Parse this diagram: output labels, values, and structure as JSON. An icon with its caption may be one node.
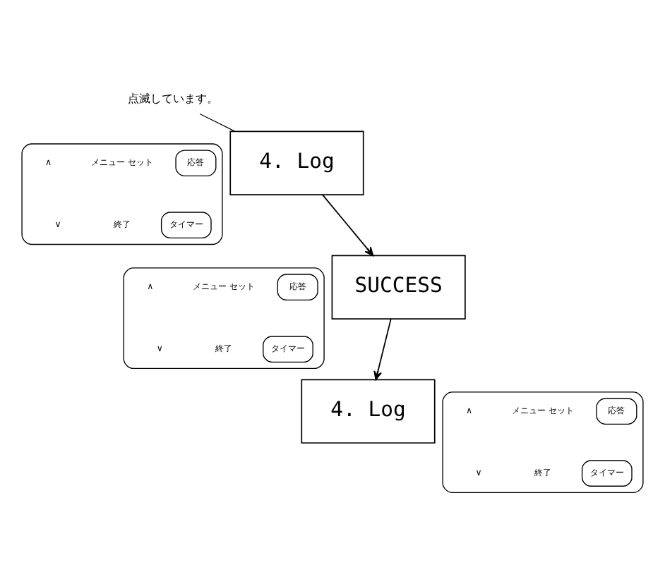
{
  "diagram": {
    "nodes": [
      {
        "text": [
          "点滅しています。"
        ]
      },
      {
        "text": [
          "4. Log"
        ]
      },
      {
        "text": [],
        "shape": "box"
      },
      {
        "text": [
          "∧"
        ],
        "in": 2
      },
      {
        "text": [
          "メニュー セット"
        ],
        "in": 2
      },
      {
        "text": [
          "応答"
        ],
        "in": 2
      },
      {
        "text": [
          "∨"
        ],
        "in": 2
      },
      {
        "text": [
          "終了"
        ],
        "in": 2
      },
      {
        "text": [
          "タイマー"
        ],
        "in": 2
      },
      {
        "text": [
          "SUCCESS"
        ]
      },
      {
        "text": [],
        "shape": "box"
      },
      {
        "text": [
          "∧"
        ],
        "in": 10
      },
      {
        "text": [
          "メニュー セット"
        ],
        "in": 10
      },
      {
        "text": [
          "応答"
        ],
        "in": 10
      },
      {
        "text": [
          "∨"
        ],
        "in": 10
      },
      {
        "text": [
          "終了"
        ],
        "in": 10
      },
      {
        "text": [
          "タイマー"
        ],
        "in": 10
      },
      {
        "text": [
          "4. Log"
        ]
      },
      {
        "text": [],
        "shape": "box"
      },
      {
        "text": [
          "∧"
        ],
        "in": 18
      },
      {
        "text": [
          "メニュー セット"
        ],
        "in": 18
      },
      {
        "text": [
          "応答"
        ],
        "in": 18
      },
      {
        "text": [
          "∨"
        ],
        "in": 18
      },
      {
        "text": [
          "終了"
        ],
        "in": 18
      },
      {
        "text": [
          "タイマー"
        ],
        "in": 18
      }
    ],
    "edges": [
      {
        "from": 0,
        "to": 1,
        "arrow": "none"
      },
      {
        "from": 1,
        "to": 9,
        "arrow": "to"
      },
      {
        "from": 9,
        "to": 17,
        "arrow": "to"
      }
    ]
  }
}
